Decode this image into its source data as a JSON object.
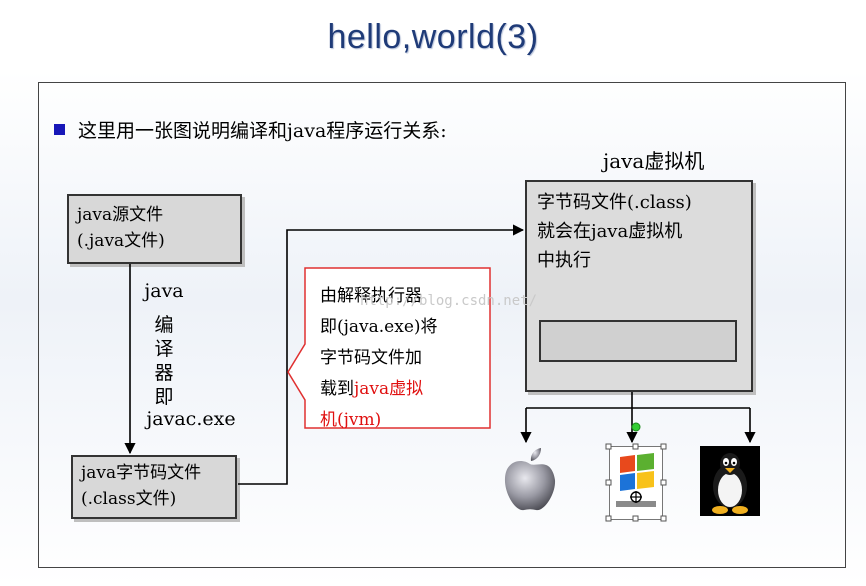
{
  "title": "hello,world(3)",
  "bullet": "这里用一张图说明编译和java程序运行关系:",
  "jvm_label": "java虚拟机",
  "source_box": {
    "line1": "java源文件",
    "line2": "(.java文件)"
  },
  "compile_steps": [
    "java",
    "编",
    "译",
    "器",
    "即",
    "javac.exe"
  ],
  "class_box": {
    "line1": "java字节码文件",
    "line2": "(.class文件)"
  },
  "callout": {
    "line1": "由解释执行器",
    "line2": "即(java.exe)将",
    "line3": "字节码文件加",
    "line4_black": "载到",
    "line4_red": "java虚拟",
    "line5": "机(jvm)"
  },
  "jvm_box": {
    "line1": "字节码文件(.class)",
    "line2": "就会在java虚拟机",
    "line3": "中执行"
  },
  "watermark": "http://blog.csdn.net/",
  "os_icons": [
    "apple-logo-icon",
    "windows-xp-logo-icon",
    "linux-tux-icon"
  ],
  "colors": {
    "title": "#1f3b78",
    "bullet": "#1717b8",
    "highlight": "#e01010",
    "box_fill": "#d8d8d8"
  }
}
